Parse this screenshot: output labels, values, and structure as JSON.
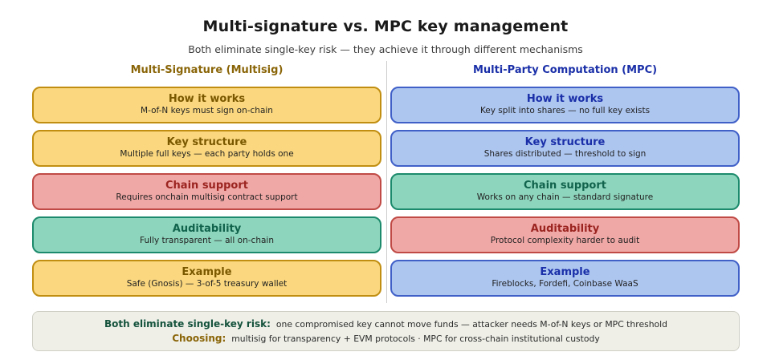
{
  "page": {
    "title": "Multi-signature vs. MPC key management",
    "subtitle": "Both eliminate single-key risk — they achieve it through different mechanisms"
  },
  "colors": {
    "multisig_accent": "#8a6508",
    "mpc_accent": "#1a2fa8",
    "yellow_fill": "#fbd87f",
    "yellow_border": "#c18e11",
    "blue_fill": "#adc6f0",
    "blue_border": "#4060c8",
    "red_fill": "#f0a8a6",
    "red_border": "#c04a45",
    "green_fill": "#8ed5bd",
    "green_border": "#1c8a6c",
    "summary_fill": "#efefe8"
  },
  "columns": [
    {
      "header": "Multi-Signature (Multisig)",
      "cards": [
        {
          "title": "How it works",
          "body": "M-of-N keys must sign on-chain",
          "tone": "yellow"
        },
        {
          "title": "Key structure",
          "body": "Multiple full keys — each party holds one",
          "tone": "yellow"
        },
        {
          "title": "Chain support",
          "body": "Requires onchain multisig contract support",
          "tone": "red"
        },
        {
          "title": "Auditability",
          "body": "Fully transparent — all on-chain",
          "tone": "green"
        },
        {
          "title": "Example",
          "body": "Safe (Gnosis) — 3-of-5 treasury wallet",
          "tone": "yellow"
        }
      ]
    },
    {
      "header": "Multi-Party Computation (MPC)",
      "cards": [
        {
          "title": "How it works",
          "body": "Key split into shares — no full key exists",
          "tone": "blue"
        },
        {
          "title": "Key structure",
          "body": "Shares distributed — threshold to sign",
          "tone": "blue"
        },
        {
          "title": "Chain support",
          "body": "Works on any chain — standard signature",
          "tone": "green"
        },
        {
          "title": "Auditability",
          "body": "Protocol complexity harder to audit",
          "tone": "red"
        },
        {
          "title": "Example",
          "body": "Fireblocks, Fordefi, Coinbase WaaS",
          "tone": "blue"
        }
      ]
    }
  ],
  "footer": {
    "lines": [
      {
        "label": "Both eliminate single-key risk:",
        "text": "one compromised key cannot move funds — attacker needs M-of-N keys or MPC threshold",
        "tone": "green"
      },
      {
        "label": "Choosing:",
        "text": "multisig for transparency + EVM protocols · MPC for cross-chain institutional custody",
        "tone": "gold"
      }
    ]
  }
}
